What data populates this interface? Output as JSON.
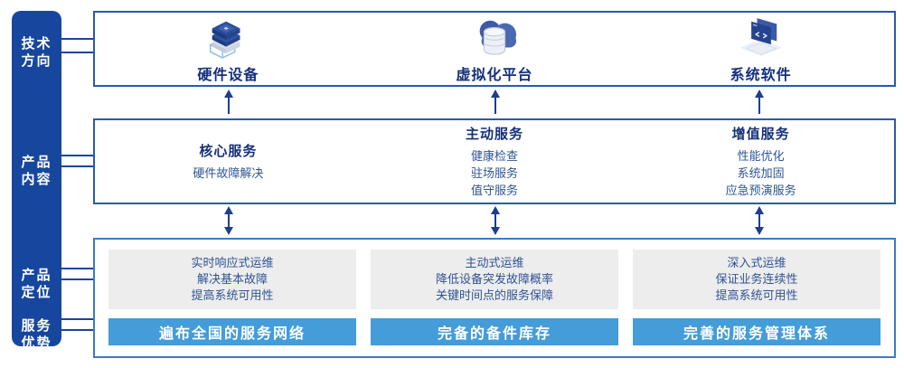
{
  "colors": {
    "rail_blue": "#17469E",
    "panel_border_blue": "#2A5AA8",
    "bottom_border_blue": "#3D7AC0",
    "title_navy": "#15307C",
    "body_blue": "#2F5496",
    "bar_blue": "#449CD8",
    "gray_box": "#EDEDED",
    "arrow_navy": "#1B3F8C"
  },
  "sidebar": {
    "items": [
      {
        "line1": "技术",
        "line2": "方向"
      },
      {
        "line1": "产品",
        "line2": "内容"
      },
      {
        "line1": "产品",
        "line2": "定位"
      },
      {
        "line1": "服务",
        "line2": "优势"
      }
    ]
  },
  "tech_row": {
    "items": [
      {
        "icon": "server-stack-icon",
        "label": "硬件设备"
      },
      {
        "icon": "cloud-database-icon",
        "label": "虚拟化平台"
      },
      {
        "icon": "code-window-icon",
        "label": "系统软件"
      }
    ]
  },
  "content_row": {
    "columns": [
      {
        "title": "核心服务",
        "items": [
          "硬件故障解决"
        ]
      },
      {
        "title": "主动服务",
        "items": [
          "健康检查",
          "驻场服务",
          "值守服务"
        ]
      },
      {
        "title": "增值服务",
        "items": [
          "性能优化",
          "系统加固",
          "应急预演服务"
        ]
      }
    ]
  },
  "bottom_row": {
    "columns": [
      {
        "positioning": [
          "实时响应式运维",
          "解决基本故障",
          "提高系统可用性"
        ],
        "advantage": "遍布全国的服务网络"
      },
      {
        "positioning": [
          "主动式运维",
          "降低设备突发故障概率",
          "关键时间点的服务保障"
        ],
        "advantage": "完备的备件库存"
      },
      {
        "positioning": [
          "深入式运维",
          "保证业务连续性",
          "提高系统可用性"
        ],
        "advantage": "完善的服务管理体系"
      }
    ]
  }
}
